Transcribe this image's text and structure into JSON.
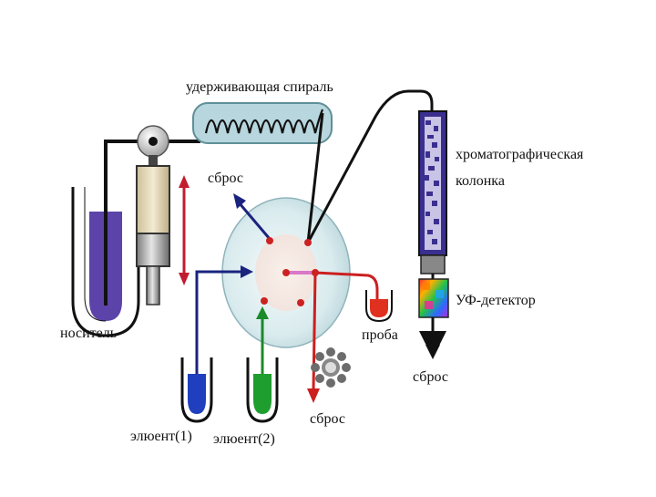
{
  "labels": {
    "holding_coil": "удерживающая спираль",
    "column_line1": "хроматографическая",
    "column_line2": "колонка",
    "waste_top": "сброс",
    "carrier": "носитель",
    "sample": "проба",
    "uv_detector": "УФ-детектор",
    "waste_right": "сброс",
    "eluent1": "элюент(1)",
    "eluent2": "элюент(2)",
    "waste_bottom": "сброс"
  },
  "colors": {
    "carrier_liquid": "#4a2fa0",
    "eluent1_liquid": "#1f3fbf",
    "eluent2_liquid": "#1e9e2e",
    "sample_liquid": "#e03020",
    "tube_navy": "#1a237e",
    "tube_green": "#1b8a2a",
    "tube_red": "#cc1f1f",
    "tube_black": "#111111",
    "valve_fill": "#dcecef",
    "coil_fill": "#b7d6dd",
    "column_fill": "#3a2f8f",
    "stroke_arrow": "#c21d2f",
    "port_dot": "#cc2222",
    "loop_pink": "#d977c9"
  },
  "icons": [
    "pump-piston-icon",
    "selector-valve-icon",
    "autosampler-icon",
    "uv-detector-icon"
  ]
}
